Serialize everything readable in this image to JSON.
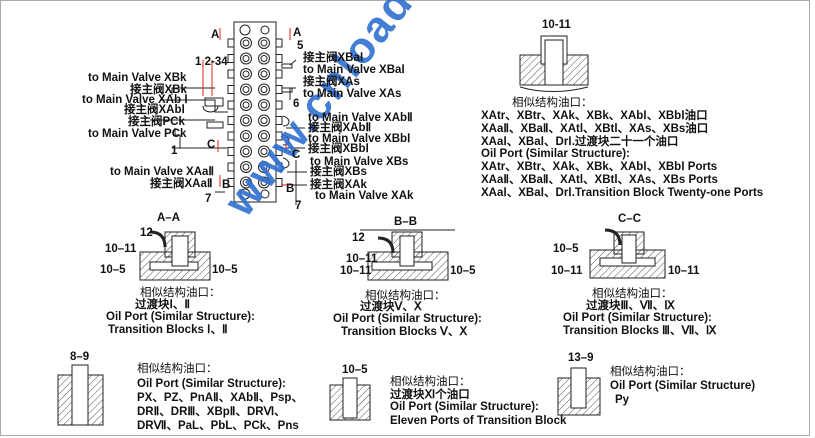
{
  "main": {
    "A_left": "A",
    "A_right": "A",
    "n5": "5",
    "n1234": "1 2-34",
    "n6": "6",
    "n1": "1",
    "C_left": "C",
    "C_right": "C",
    "B_left": "B",
    "B_right": "B",
    "n7_left": "7",
    "n7_right": "7",
    "left": [
      "to Main Valve XBk",
      "接主阀XBk",
      "to Main Valve XAb Ⅰ",
      "接主阀XAbⅠ",
      "接主阀PCk",
      "to Main Valve PCk",
      "to Main Valve XAaⅡ",
      "接主阀XAaⅡ"
    ],
    "right": [
      "接主阀XBaⅠ",
      "to Main Valve XBaⅠ",
      "接主阀XAs",
      "to Main Valve XAs",
      "to Main Valve XAbⅡ",
      "接主阀XAbⅡ",
      "to Main Valve XBbⅠ",
      "接主阀XBbⅠ",
      "to Main Valve XBs",
      "接主阀XBs",
      "接主阀XAk",
      "to Main Valve XAk"
    ]
  },
  "top_right": {
    "dim": "10-11",
    "lines": [
      "相似结构油口：",
      "XAtr、XBtr、XAk、XBk、XAbⅠ、XBbⅠ油口",
      "XAaⅡ、XBaⅡ、XAtl、XBtl、XAs、XBs油口",
      "XAaⅠ、XBaⅠ、DrⅠ.过渡块二十一个油口",
      "Oil Port (Similar Structure):",
      "XAtr、XBtr、XAk、XBk、XAbⅠ、XBbⅠ Ports",
      "XAaⅡ、XBaⅡ、XAtl、XBtl、XAs、XBs Ports",
      "XAaⅠ、XBaⅠ、DrⅠ.Transition Block Twenty-one Ports"
    ]
  },
  "section_aa": {
    "title": "A–A",
    "d12": "12",
    "d1011": "10–11",
    "d105l": "10–5",
    "d105r": "10–5",
    "lines": [
      "相似结构油口：",
      "过渡块Ⅰ、Ⅱ",
      "Oil Port (Similar Structure):",
      "Transition Blocks  Ⅰ、Ⅱ"
    ]
  },
  "section_bb": {
    "title": "B–B",
    "d12": "12",
    "d1011a": "10–11",
    "d1011b": "10–11",
    "d105": "10–5",
    "lines": [
      "相似结构油口：",
      "过渡块Ⅴ、Ⅹ",
      "Oil Port (Similar Structure):",
      "Transition Blocks  Ⅴ、Ⅹ"
    ]
  },
  "section_cc": {
    "title": "C–C",
    "d105": "10–5",
    "d1011l": "10–11",
    "d1011r": "10–11",
    "lines": [
      "相似结构油口：",
      "过渡块Ⅲ、Ⅶ、Ⅸ",
      "Oil Port (Similar Structure):",
      "Transition Blocks Ⅲ、Ⅶ、Ⅸ"
    ]
  },
  "port_89": {
    "dim": "8–9",
    "lines": [
      "相似结构油口：",
      "Oil Port (Similar Structure):",
      "PX、PZ、PnAⅡ、XAbⅡ、Psp、",
      "DRⅡ、DRⅢ、XBpⅡ、DRⅥ、",
      "DRⅦ、PaL、PbL、PCk、Pns"
    ]
  },
  "port_105": {
    "dim": "10–5",
    "lines": [
      "相似结构油口：",
      "过渡块Ⅺ个油口",
      "Oil Port (Similar Structure):",
      "Eleven Ports of Transition Block"
    ]
  },
  "port_139": {
    "dim": "13–9",
    "lines": [
      "相似结构油口：",
      "Oil Port (Similar Structure)",
      "Py"
    ]
  },
  "watermark": "www.cnloader.com",
  "colors": {
    "watermark": "#2f6fd0",
    "arrow": "#e02020"
  }
}
